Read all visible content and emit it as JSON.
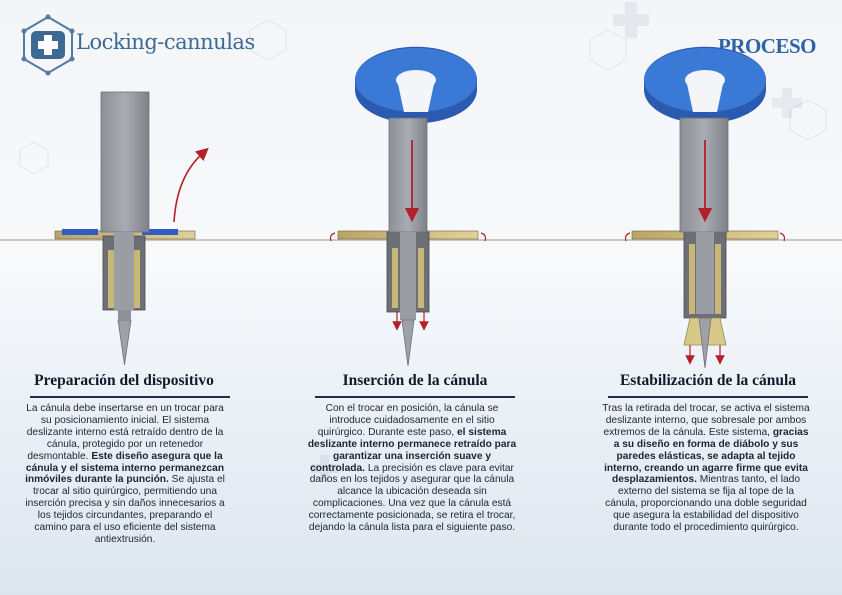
{
  "header": {
    "logo_title": "Locking-cannulas",
    "section_tag": "PROCESO"
  },
  "colors": {
    "brand_blue": "#2f63a8",
    "logo_blue": "#3d6a94",
    "title_dark": "#111a2a",
    "arrow_red": "#b3202a",
    "cap_blue": "#3a79d6"
  },
  "icons": [
    "hexagon-plus-icon",
    "medical-cross-icon"
  ],
  "columns": [
    {
      "title": "Preparación del dispositivo",
      "segments": [
        {
          "text": "La cánula debe insertarse en un trocar para su posicionamiento inicial. El sistema deslizante interno está retraído dentro de la cánula, protegido por un retenedor desmontable. ",
          "bold": false
        },
        {
          "text": "Este diseño asegura que la cánula y el sistema interno permanezcan inmóviles durante la punción.",
          "bold": true
        },
        {
          "text": " Se ajusta el trocar al sitio quirúrgico, permitiendo una inserción precisa y sin daños innecesarios a los tejidos circundantes, preparando el camino para el uso eficiente del sistema antiextrusión.",
          "bold": false
        }
      ]
    },
    {
      "title": "Inserción de la cánula",
      "segments": [
        {
          "text": "Con el trocar en posición, la cánula se introduce cuidadosamente en el sitio quirúrgico. Durante este paso, ",
          "bold": false
        },
        {
          "text": "el sistema deslizante interno permanece retraído para garantizar una inserción suave y controlada.",
          "bold": true
        },
        {
          "text": " La precisión es clave para evitar daños en los tejidos y asegurar que la cánula alcance la ubicación deseada sin complicaciones. Una vez que la cánula está correctamente posicionada, se retira el trocar, dejando la cánula lista para el siguiente paso.",
          "bold": false
        }
      ]
    },
    {
      "title": "Estabilización de la cánula",
      "segments": [
        {
          "text": "Tras la retirada del trocar, se activa el sistema deslizante interno, que sobresale por ambos extremos de la cánula. Este sistema, ",
          "bold": false
        },
        {
          "text": "gracias a su diseño en forma de diábolo y sus paredes elásticas, se adapta al tejido interno, creando un agarre firme que evita desplazamientos.",
          "bold": true
        },
        {
          "text": " Mientras tanto, el lado externo del sistema se fija al tope de la cánula, proporcionando una doble seguridad que asegura la estabilidad del dispositivo durante todo el procedimiento quirúrgico.",
          "bold": false
        }
      ]
    }
  ]
}
